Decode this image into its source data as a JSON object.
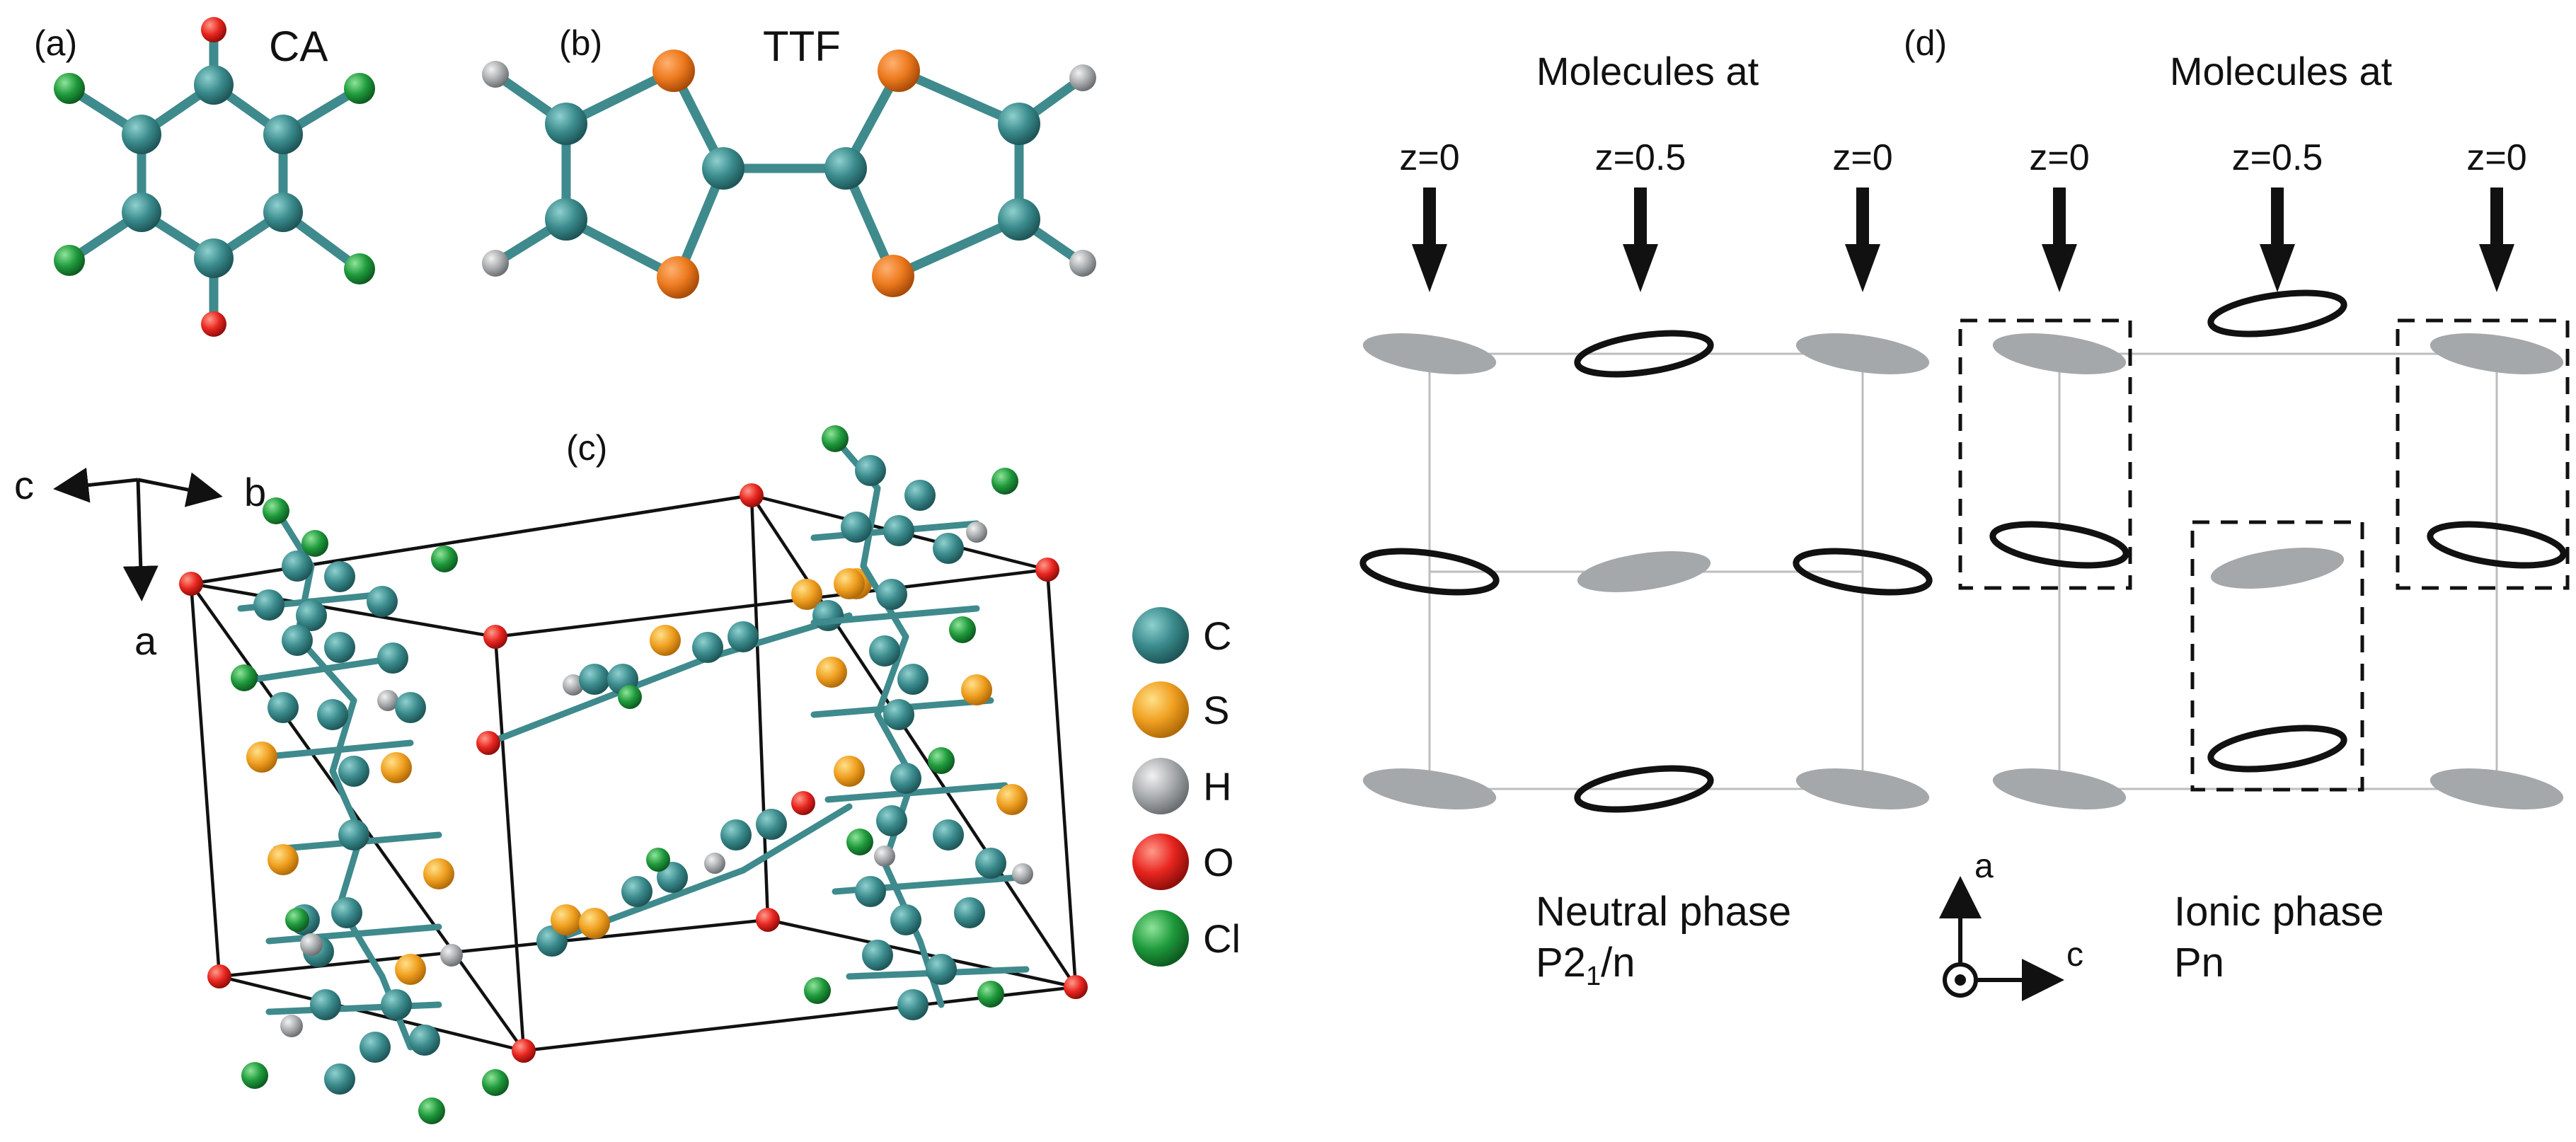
{
  "panels": {
    "a": {
      "tag": "(a)",
      "title": "CA"
    },
    "b": {
      "tag": "(b)",
      "title": "TTF"
    },
    "c": {
      "tag": "(c)"
    },
    "d": {
      "tag": "(d)"
    }
  },
  "axes_c": {
    "c": "c",
    "b": "b",
    "a": "a"
  },
  "legend": [
    {
      "symbol": "C",
      "color": "#3a8a8c"
    },
    {
      "symbol": "S",
      "color": "#f0a020"
    },
    {
      "symbol": "H",
      "color": "#a9acae"
    },
    {
      "symbol": "O",
      "color": "#e8251f"
    },
    {
      "symbol": "Cl",
      "color": "#1f9a3c"
    }
  ],
  "neutral": {
    "heading": "Molecules at",
    "z_labels": [
      "z=0",
      "z=0.5",
      "z=0"
    ],
    "phase": "Neutral phase",
    "group": "P2",
    "group_sub": "1",
    "group_tail": "/n"
  },
  "ionic": {
    "heading": "Molecules at",
    "z_labels": [
      "z=0",
      "z=0.5",
      "z=0"
    ],
    "phase": "Ionic phase",
    "group": "Pn"
  },
  "axes_d": {
    "a": "a",
    "c": "c"
  }
}
